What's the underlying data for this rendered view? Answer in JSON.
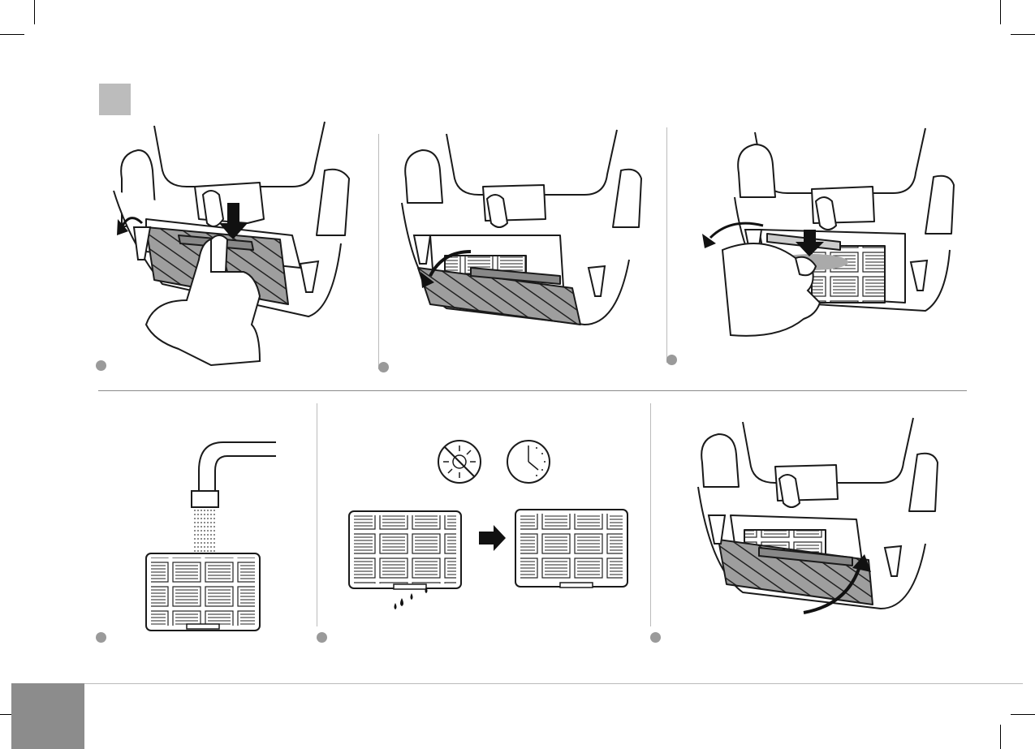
{
  "page": {
    "section_marker_color": "#bcbcbc",
    "page_tab_color": "#8c8c8c",
    "step_marker_color": "#9a9a9a",
    "filter_color": "#9e9e9e"
  },
  "steps": [
    {
      "illustration": "press-release-tab-open-grille"
    },
    {
      "illustration": "tilt-grille-out"
    },
    {
      "illustration": "press-tab-remove-filter"
    },
    {
      "illustration": "rinse-filter-under-tap"
    },
    {
      "illustration": "dry-filter-no-sun-wait",
      "icons": [
        "no-sun-icon",
        "clock-icon"
      ]
    },
    {
      "illustration": "reinsert-filter-close-grille"
    }
  ]
}
